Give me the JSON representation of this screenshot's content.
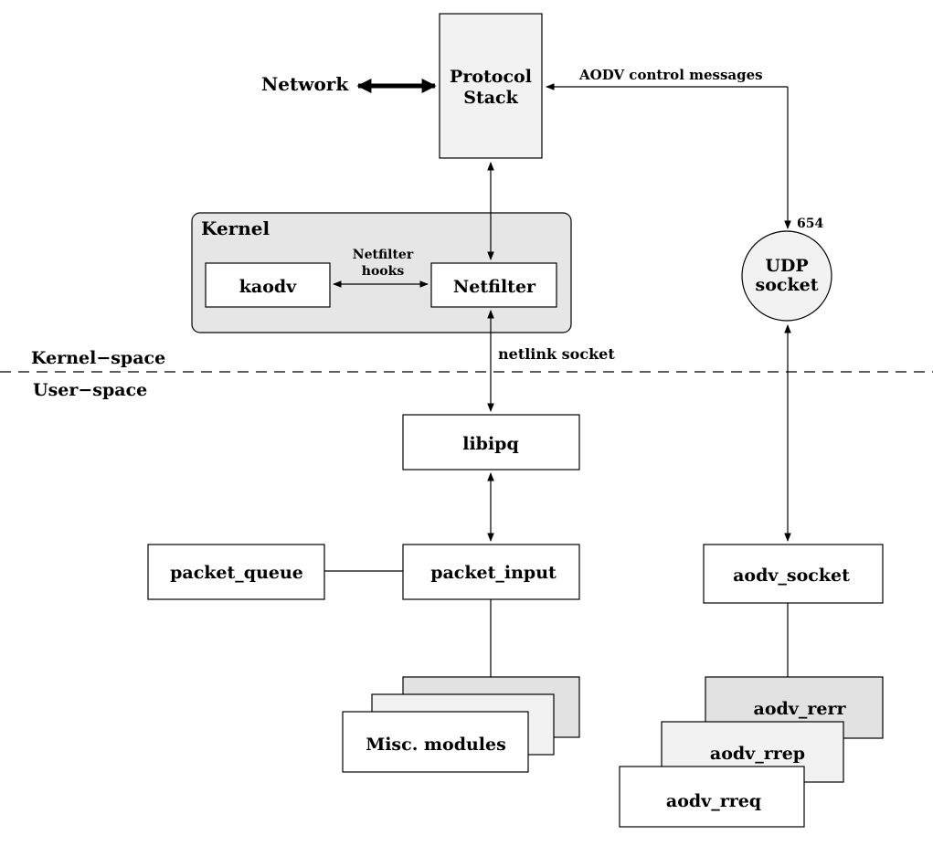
{
  "labels": {
    "network": "Network",
    "protocol_stack_line1": "Protocol",
    "protocol_stack_line2": "Stack",
    "aodv_control_messages": "AODV control messages",
    "port": "654",
    "udp_line1": "UDP",
    "udp_line2": "socket",
    "kernel": "Kernel",
    "kaodv": "kaodv",
    "netfilter_hooks_line1": "Netfilter",
    "netfilter_hooks_line2": "hooks",
    "netfilter": "Netfilter",
    "kernel_space": "Kernel−space",
    "user_space": "User−space",
    "netlink_socket": "netlink socket",
    "libipq": "libipq",
    "packet_queue": "packet_queue",
    "packet_input": "packet_input",
    "misc_modules": "Misc. modules",
    "aodv_socket": "aodv_socket",
    "aodv_rerr": "aodv_rerr",
    "aodv_rrep": "aodv_rrep",
    "aodv_rreq": "aodv_rreq"
  },
  "colors": {
    "light_fill": "#f2f2f2",
    "kernel_fill": "#e6e6e6",
    "dark_fill": "#e2e2e2",
    "white": "#ffffff"
  }
}
